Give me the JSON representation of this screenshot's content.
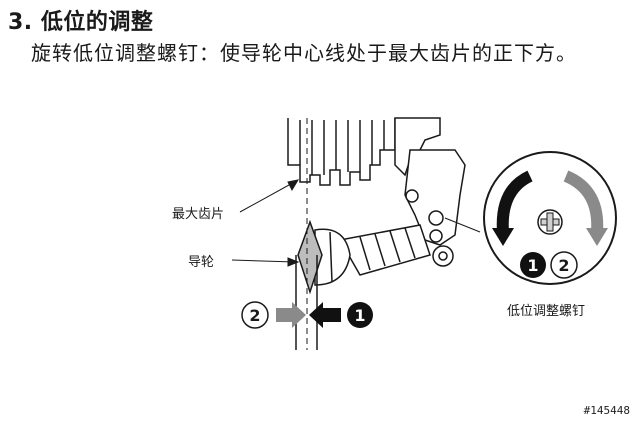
{
  "section": {
    "number": "3.",
    "title": "低位的调整",
    "instruction": "旋转低位调整螺钉：使导轮中心线处于最大齿片的正下方。"
  },
  "labels": {
    "largest_sprocket": "最大齿片",
    "guide_pulley": "导轮",
    "low_adjust_screw": "低位调整螺钉"
  },
  "steps": {
    "one": "1",
    "two": "2"
  },
  "watermark": "#145448",
  "colors": {
    "ink": "#1a1a1a",
    "arrow_grey": "#8a8a8a",
    "badge_black": "#111111"
  }
}
